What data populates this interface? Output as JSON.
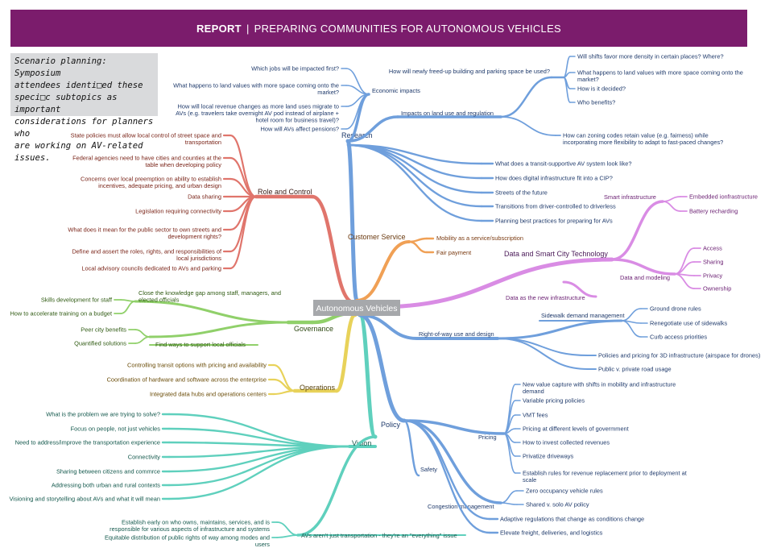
{
  "header": {
    "report": "REPORT",
    "separator": "|",
    "title": "PREPARING COMMUNITIES FOR AUTONOMOUS VEHICLES"
  },
  "note": {
    "lines": [
      "Scenario planning: Symposium",
      "attendees identi□ed these",
      "speci□c subtopics as important",
      "considerations for planners who",
      "are working on AV-related issues."
    ]
  },
  "center": "Autonomous Vehicles",
  "colors": {
    "research": "#6f9fdc",
    "role": "#e0756c",
    "customer": "#f0a055",
    "data": "#d98ce4",
    "governance": "#90d06a",
    "operations": "#e8d25a",
    "vision": "#5fd0bd",
    "right_of_way": "#6f9fdc",
    "policy": "#6f9fdc"
  },
  "hubs": {
    "research": "Research",
    "economic": "Economic impacts",
    "landuse": "Impacts on land use and regulation",
    "role": "Role and Control",
    "customer": "Customer Service",
    "data": "Data and Smart City Technology",
    "smart": "Smart infrastructure",
    "modeling": "Data and modeling",
    "new_infra": "Data as the new infrastructure",
    "governance": "Governance",
    "operations": "Operations",
    "vision": "Vision",
    "row": "Right-of-way use and design",
    "sidewalk": "Sidewalk demand management",
    "policy": "Policy",
    "pricing": "Pricing",
    "safety": "Safety",
    "congestion": "Congestion management"
  },
  "economic_items": [
    "Which jobs will be impacted first?",
    "What happens to land values with more space coming onto the|market?",
    "How will local revenue changes as more land uses migrate to|AVs (e.g. travelers take overnight AV pod instead of airplane +|hotel room for business travel)?",
    "How will AVs affect pensions?"
  ],
  "landuse_freed": "How will newly freed-up building and parking space be used?",
  "landuse_sub": [
    "Will shifts favor more density in certain places? Where?",
    "What happens to land values with more space coming onto the|market?",
    "How is it decided?",
    "Who benefits?"
  ],
  "landuse_zoning": "How can zoning codes retain value (e.g. fairness) while|incorporating more flexibility to adapt to fast-paced changes?",
  "research_items": [
    "What does a transit-supportive AV system look like?",
    "How does digital infrastructure fit into a CIP?",
    "Streets of the future",
    "Transitions from driver-controlled to driverless",
    "Planning best practices for preparing for AVs"
  ],
  "role_items": [
    "State policies must allow local control of street space and|transportation",
    "Federal agencies need to have cities and counties at the|table when developing policy",
    "Concerns over local preemption on ability to establish|incentives, adequate pricing, and urban design",
    "Data sharing",
    "Legislation requiring connectivity",
    "What does it mean for the public sector to own streets and|development rights?",
    "Define and assert the roles, rights, and responsibilities of|local jurisdictions",
    "Local advisory councils dedicated to AVs and parking"
  ],
  "customer_items": [
    "Mobility as a service/subscription",
    "Fair payment"
  ],
  "smart_items": [
    "Embedded ionfrastructure",
    "Battery recharding"
  ],
  "modeling_items": [
    "Access",
    "Sharing",
    "Privacy",
    "Ownership"
  ],
  "governance": {
    "close_gap": "Close the knowledge gap among staff, managers, and|elected officials",
    "close_gap_items": [
      "Skills development for staff",
      "How to accelerate training on a budget"
    ],
    "find_ways": "Find ways to support local officials",
    "find_ways_items": [
      "Peer city benefits",
      "Quantified solutions"
    ]
  },
  "operations_items": [
    "Controlling transit options with pricing and availability",
    "Coordination of hardware and software across the enterprise",
    "Integrated data hubs and operations centers"
  ],
  "vision_items": [
    "What is the problem we are trying to solve?",
    "Focus on people, not just vehicles",
    "Need to address/improve the transportation experience",
    "Connectivity",
    "Sharing between citizens and commrce",
    "Addressing both urban and rural contexts",
    "Visioning and storytelling about AVs and what it will mean"
  ],
  "vision_everything": "AVs aren't just transportation - they're an \"everything\" issue",
  "vision_everything_items": [
    "Establish early on who owns, maintains, services, and is|responsible for various aspects of infrastructure and systems",
    "Equitable distribution of public rights of way among modes and|users"
  ],
  "sidewalk_items": [
    "Ground drone rules",
    "Renegotiate use of sidewalks",
    "Curb access priorities"
  ],
  "row_items": [
    "Policies and pricing for 3D infrastructure (airspace for drones)",
    "Public v. private road usage"
  ],
  "pricing_items": [
    "New value capture with shifts in mobility and infrastructure|demand",
    "Variable pricing policies",
    "VMT fees",
    "Pricing at different levels of govermment",
    "How to invest collected revenues",
    "Privatize driveways",
    "Establish rules for revenue replacement prior to deployment at|scale"
  ],
  "congestion_items": [
    "Zero occupancy vehicle rules",
    "Shared v. solo AV policy"
  ],
  "policy_items": [
    "Adaptive regulations that change as conditions change",
    "Elevate freight, deliveries, and logistics"
  ]
}
